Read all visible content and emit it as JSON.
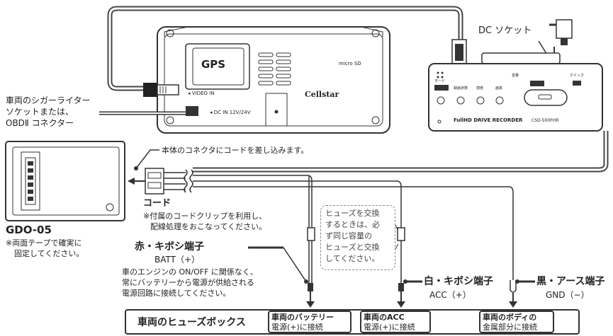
{
  "device": {
    "gps_label": "GPS",
    "video_in": "◂ VIDEO IN",
    "dc_in": "◂ DC IN 12V/24V",
    "brand": "Cellstar",
    "microsd": "micro SD",
    "model_line": "FullHD DRIVE RECORDER",
    "model_code": "CSD-500FHR",
    "btn_mode": "モード",
    "btn_record": "録画状態",
    "btn_sensitivity": "感度",
    "btn_interval": "画質",
    "btn_volume": "音量",
    "btn_quick": "クイック"
  },
  "labels": {
    "dc_socket": "DC ソケット",
    "cigar_line1": "車両のシガーライター",
    "cigar_line2": "ソケットまたは、",
    "cigar_line3": "OBDⅡ コネクター",
    "connector_instruction": "本体のコネクタにコードを差し込みます。",
    "cord_title": "コード",
    "cord_note1": "※付属のコードクリップを利用し、",
    "cord_note2": "配線処理をおこなってください。",
    "gdo_model": "GDO-05",
    "gdo_note1": "※両面テープで確実に",
    "gdo_note2": "固定してください。",
    "red_title": "赤・キボシ端子",
    "red_sub": "BATT（+）",
    "red_desc1": "車のエンジンの ON/OFF に関係なく、",
    "red_desc2": "常にバッテリーから電源が供給される",
    "red_desc3": "電源回路に接続してください。",
    "white_title": "白・キボシ端子",
    "white_sub": "ACC（+）",
    "black_title": "黒・アース端子",
    "black_sub": "GND（−）",
    "fuse_note": [
      "ヒューズを交換",
      "するときは、必",
      "ず同じ容量の",
      "ヒューズと交換",
      "してください。"
    ],
    "fusebox_title": "車両のヒューズボックス",
    "battery_box1": "車両のバッテリー",
    "battery_box2": "電源(+)に接続",
    "acc_box1": "車両のACC",
    "acc_box2": "電源(+)に接続",
    "body_box1": "車両のボディの",
    "body_box2": "金属部分に接続"
  }
}
